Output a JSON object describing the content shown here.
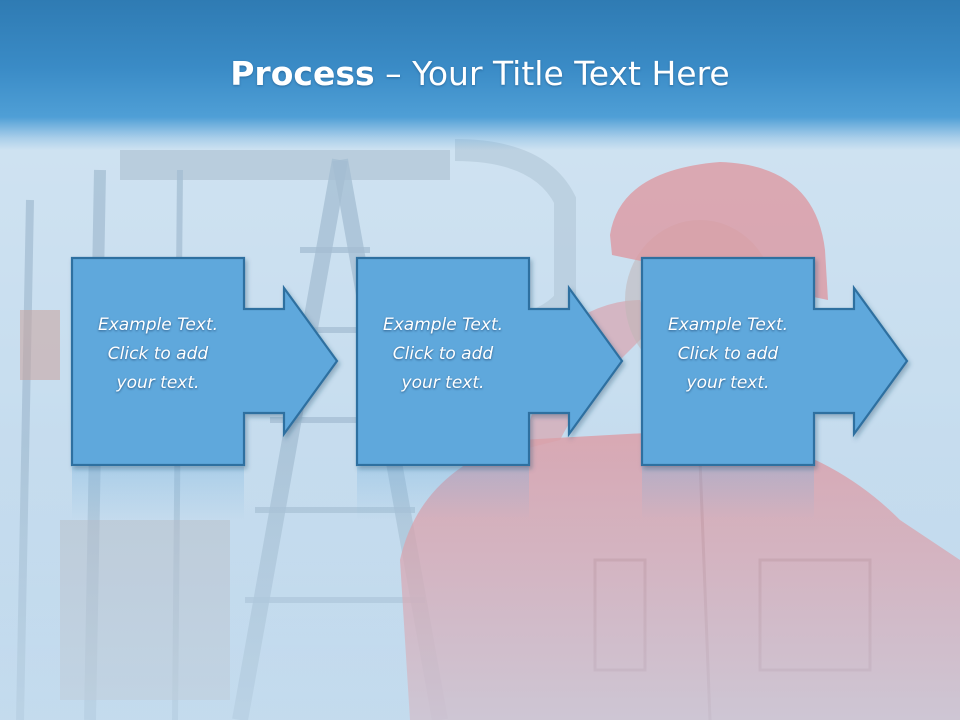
{
  "slide": {
    "title_bold": "Process",
    "title_rest": " – Your Title Text Here",
    "steps": [
      {
        "line1": "Example Text.",
        "line2": "Click  to add",
        "line3": "your text."
      },
      {
        "line1": "Example Text.",
        "line2": "Click  to add",
        "line3": "your text."
      },
      {
        "line1": "Example Text.",
        "line2": "Click  to add",
        "line3": "your text."
      }
    ]
  },
  "colors": {
    "title_band": "#3a8bc6",
    "block_fill": "#5fa8dc",
    "block_border": "#2f6fa0",
    "coverall": "#e8656a",
    "sky": "#b9d3e6"
  }
}
